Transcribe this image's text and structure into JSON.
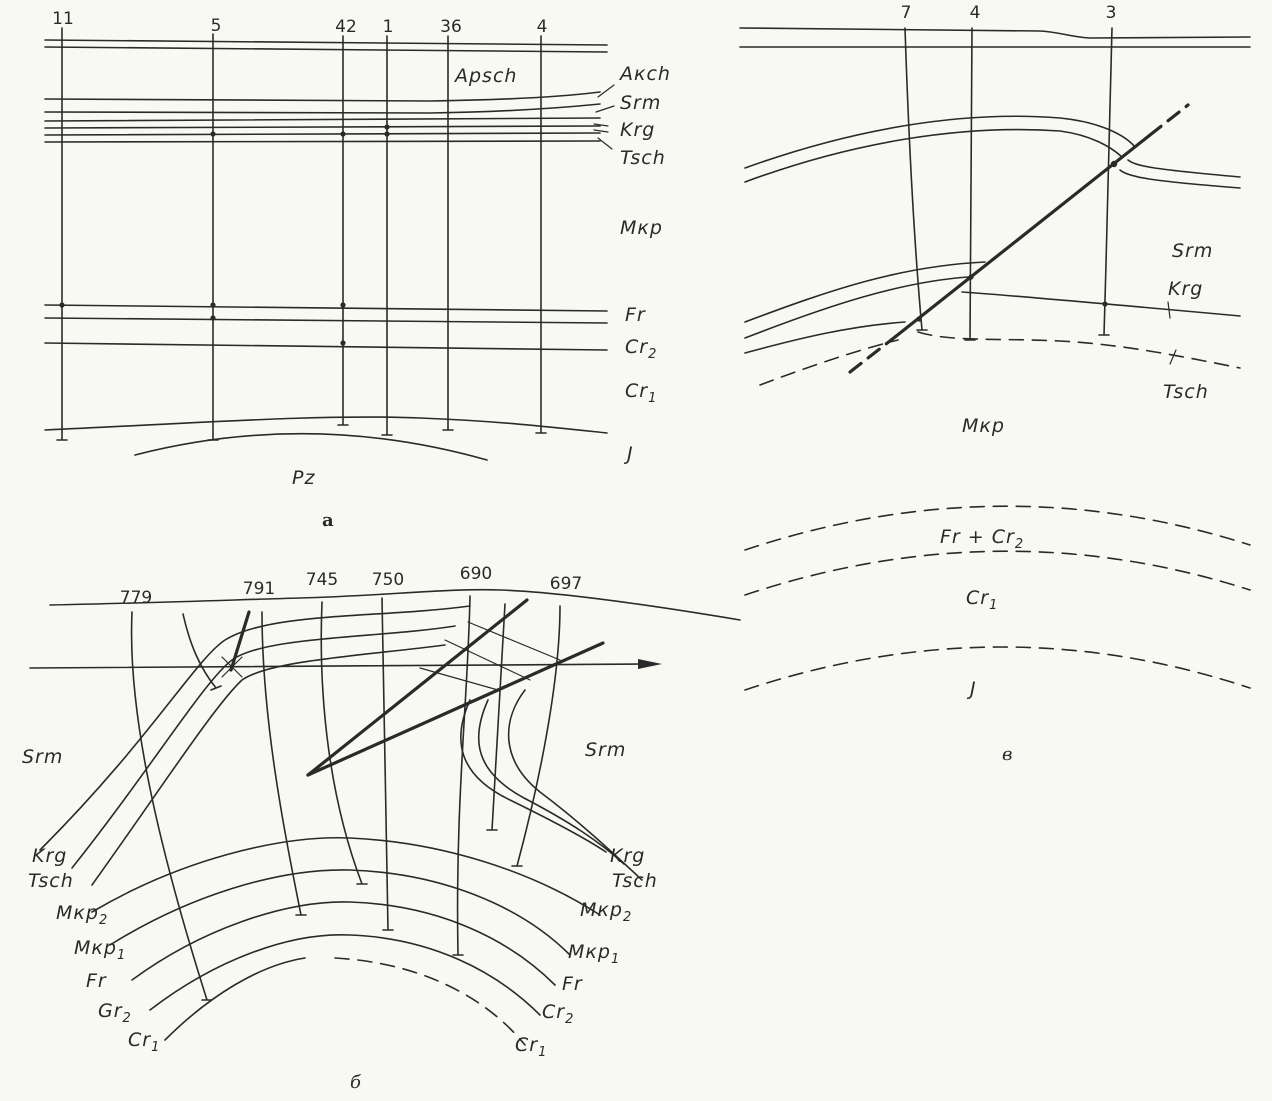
{
  "colors": {
    "ink": "#2a2a2a",
    "paper": "#f9f9f4"
  },
  "panel_a": {
    "label": "а",
    "wells": [
      "11",
      "5",
      "42",
      "1",
      "36",
      "4"
    ],
    "units": {
      "apsch": "Apsch",
      "akch": "Акch",
      "srm": "Srm",
      "krg": "Krg",
      "tsch": "Tsch",
      "mkp": "Мкр",
      "fr": "Fr",
      "cr2": {
        "base": "Cr",
        "sub": "2"
      },
      "cr1": {
        "base": "Cr",
        "sub": "1"
      },
      "j": "J",
      "pz": "Pz"
    }
  },
  "panel_b": {
    "label": "б",
    "wells": [
      "779",
      "791",
      "745",
      "750",
      "690",
      "697"
    ],
    "left_units": {
      "srm": "Srm",
      "krg": "Krg",
      "tsch": "Tsch",
      "mkp2": {
        "base": "Мкр",
        "sub": "2"
      },
      "mkp1": {
        "base": "Мкр",
        "sub": "1"
      },
      "fr": "Fr",
      "cr2": {
        "base": "Gr",
        "sub": "2"
      },
      "cr1": {
        "base": "Cr",
        "sub": "1"
      }
    },
    "right_units": {
      "srm": "Srm",
      "krg": "Krg",
      "tsch": "Tsch",
      "mkp2": {
        "base": "Мкр",
        "sub": "2"
      },
      "mkp1": {
        "base": "Мкр",
        "sub": "1"
      },
      "fr": "Fr",
      "cr2": {
        "base": "Cr",
        "sub": "2"
      },
      "cr1": {
        "base": "Cr",
        "sub": "1"
      }
    }
  },
  "panel_c": {
    "label": "в",
    "wells": [
      "7",
      "4",
      "3"
    ],
    "units": {
      "srm": "Srm",
      "krg": "Krg",
      "tsch": "Tsch",
      "mkp": "Мкр",
      "fr_cr2": {
        "base": "Fr + Cr",
        "sub": "2"
      },
      "cr1": {
        "base": "Cr",
        "sub": "1"
      },
      "j": "J"
    }
  }
}
